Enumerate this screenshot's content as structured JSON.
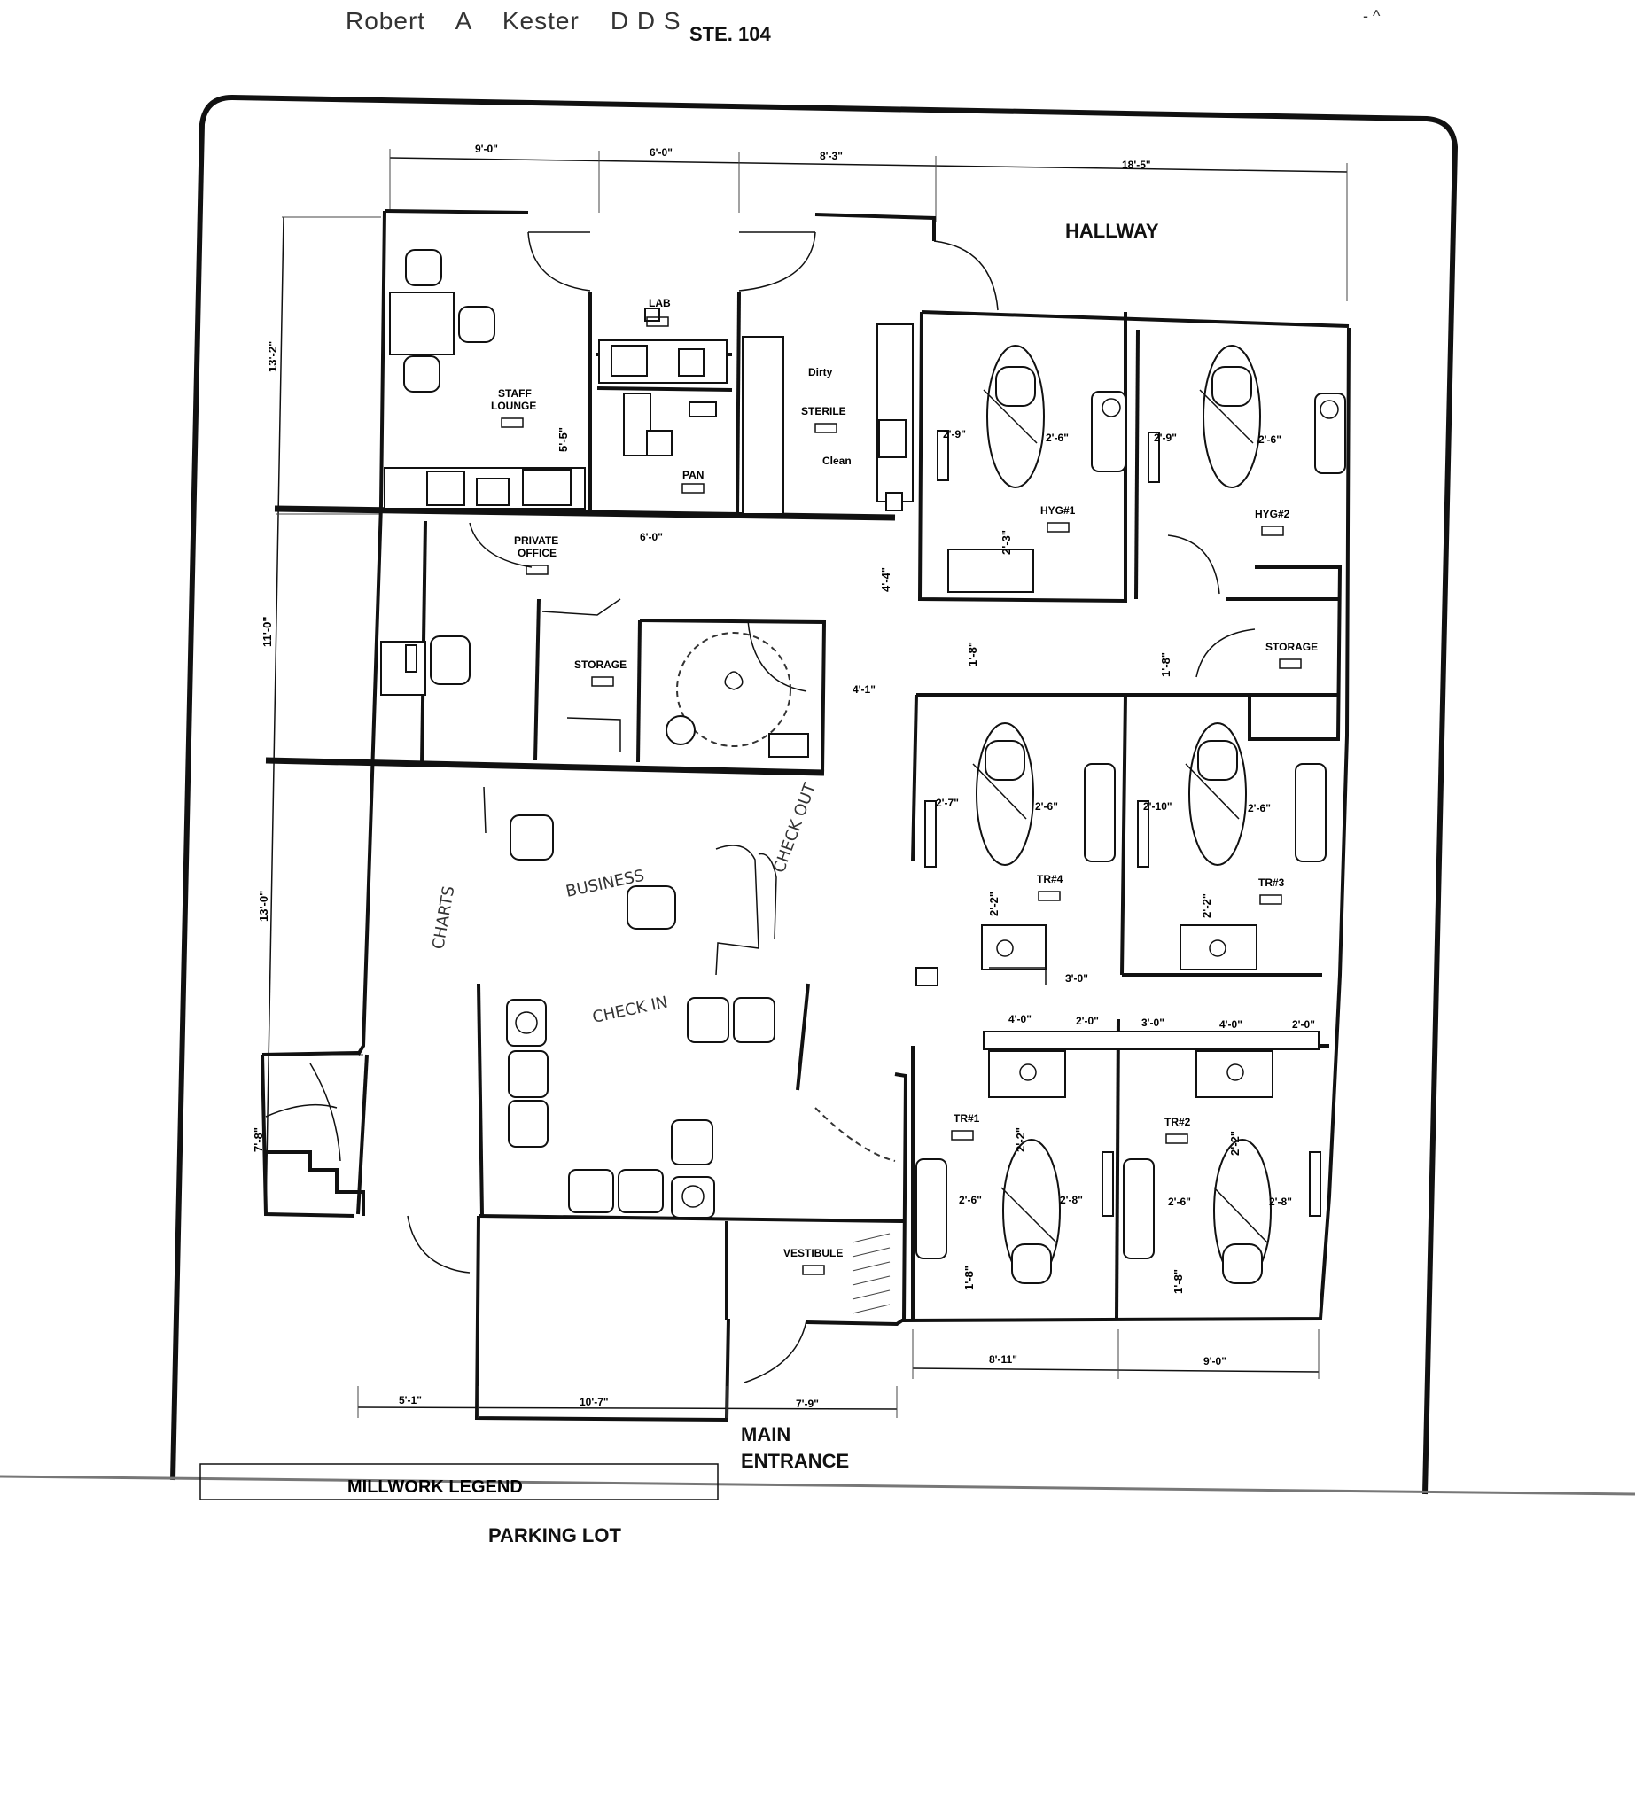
{
  "header": {
    "name_text": "Robert    A    Kester    D D S",
    "suite": "STE. 104",
    "corner_mark": "- ^"
  },
  "labels": {
    "hallway": "HALLWAY",
    "main_entrance_line1": "MAIN",
    "main_entrance_line2": "ENTRANCE",
    "parking_lot": "PARKING LOT",
    "millwork_legend": "MILLWORK LEGEND"
  },
  "rooms": {
    "lab": "LAB",
    "staff_lounge_1": "STAFF",
    "staff_lounge_2": "LOUNGE",
    "pan": "PAN",
    "sterile": "STERILE",
    "dirty": "Dirty",
    "clean": "Clean",
    "hyg1": "HYG#1",
    "hyg2": "HYG#2",
    "private_office_1": "PRIVATE",
    "private_office_2": "OFFICE",
    "storage_center": "STORAGE",
    "storage_right": "STORAGE",
    "tr4": "TR#4",
    "tr3": "TR#3",
    "tr1": "TR#1",
    "tr2": "TR#2",
    "vestibule": "VESTIBULE"
  },
  "handwritten": {
    "business": "BUSINESS",
    "check_out": "CHECK OUT",
    "charts": "CHARTS",
    "check_in": "CHECK IN"
  },
  "dimensions": {
    "top_1": "9'-0\"",
    "top_2": "6'-0\"",
    "top_3": "8'-3\"",
    "top_4": "18'-5\"",
    "left_1": "13'-2\"",
    "left_2": "11'-0\"",
    "left_3": "13'-0\"",
    "left_4": "7'-8\"",
    "pan_height": "5'-5\"",
    "pan_width": "6'-0\"",
    "corridor_1": "4'-4\"",
    "corridor_2": "4'-1\"",
    "hyg1_left": "2'-9\"",
    "hyg1_right": "2'-6\"",
    "hyg1_bottom": "2'-3\"",
    "hyg2_left": "2'-9\"",
    "hyg2_right": "2'-6\"",
    "tr4_top": "1'-8\"",
    "tr4_left": "2'-7\"",
    "tr4_right": "2'-6\"",
    "tr4_bottom": "2'-2\"",
    "tr3_top": "1'-8\"",
    "tr3_left": "2'-10\"",
    "tr3_right": "2'-6\"",
    "tr3_bottom": "2'-2\"",
    "counter_gap": "3'-0\"",
    "tr1_top_a": "4'-0\"",
    "tr1_top_b": "2'-0\"",
    "tr2_top_a": "3'-0\"",
    "tr2_top_b": "4'-0\"",
    "tr2_top_c": "2'-0\"",
    "tr1_mid": "2'-2\"",
    "tr2_mid": "2'-2\"",
    "tr1_left": "2'-6\"",
    "tr1_right": "2'-8\"",
    "tr2_left": "2'-6\"",
    "tr2_right": "2'-8\"",
    "tr1_bottom": "1'-8\"",
    "tr2_bottom": "1'-8\"",
    "bottom_1": "5'-1\"",
    "bottom_2": "10'-7\"",
    "bottom_3": "7'-9\"",
    "bottom_4": "8'-11\"",
    "bottom_5": "9'-0\""
  },
  "colors": {
    "ink": "#111111",
    "header_gray": "#333333",
    "paper": "#ffffff"
  }
}
